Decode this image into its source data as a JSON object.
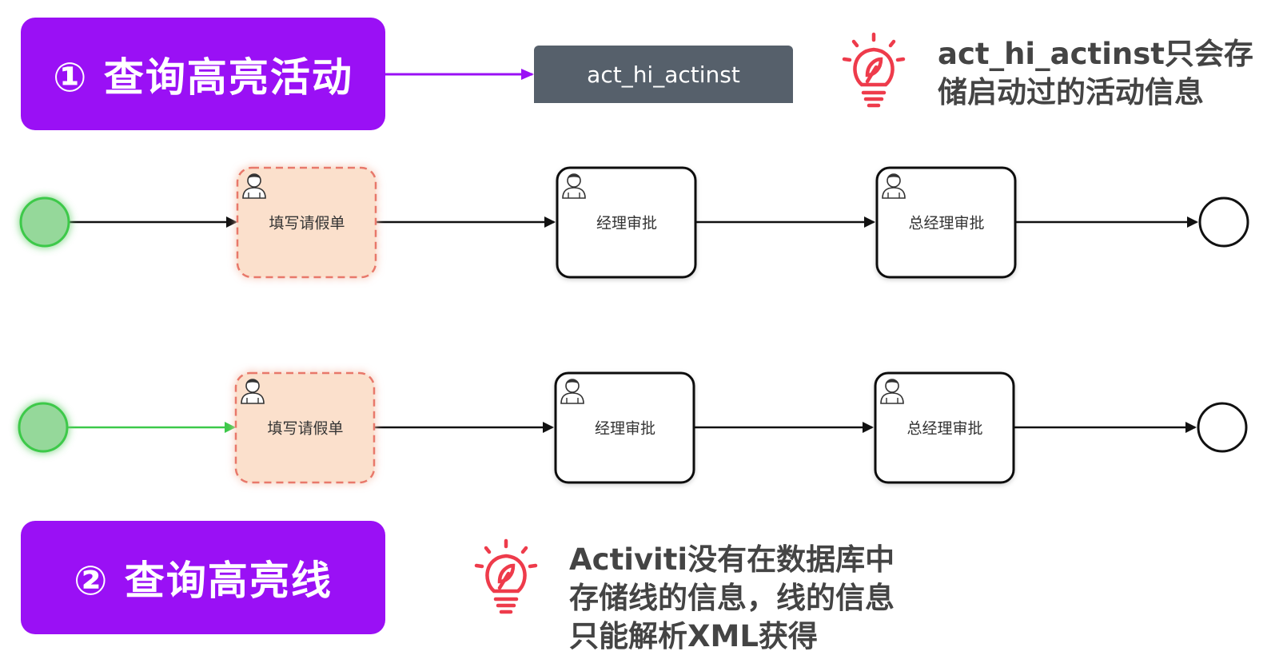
{
  "steps": [
    {
      "label": "① 查询高亮活动"
    },
    {
      "label": "② 查询高亮线"
    }
  ],
  "table_name": "act_hi_actinst",
  "tips": [
    {
      "icon": "lightbulb-icon",
      "text": "act_hi_actinst只会存储启动过的活动信息"
    },
    {
      "icon": "lightbulb-icon",
      "text": "Activiti没有在数据库中存储线的信息，线的信息只能解析XML获得"
    }
  ],
  "processes": [
    {
      "tasks": [
        {
          "label": "填写请假单",
          "highlighted": true
        },
        {
          "label": "经理审批",
          "highlighted": false
        },
        {
          "label": "总经理审批",
          "highlighted": false
        }
      ],
      "first_flow_highlighted": false
    },
    {
      "tasks": [
        {
          "label": "填写请假单",
          "highlighted": true
        },
        {
          "label": "经理审批",
          "highlighted": false
        },
        {
          "label": "总经理审批",
          "highlighted": false
        }
      ],
      "first_flow_highlighted": true
    }
  ],
  "colors": {
    "accent_purple": "#9a10f5",
    "table_gray": "#56606b",
    "highlight_fill": "#fbe0cc",
    "highlight_border": "#e8786a",
    "start_fill": "#95d89a",
    "start_border": "#3cc94a",
    "flow_green": "#3cc94a",
    "bulb_red": "#ee3b4b"
  }
}
